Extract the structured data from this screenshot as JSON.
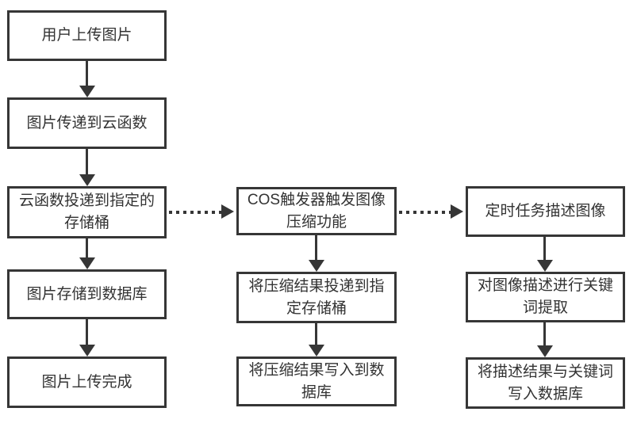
{
  "flow": {
    "colors": {
      "stroke": "#363636",
      "text": "#333333",
      "box_fill": "#ffffff",
      "background": "#ffffff"
    },
    "columns": [
      {
        "nodes": [
          {
            "label": "用户上传图片"
          },
          {
            "label": "图片传递到云函数"
          },
          {
            "label": "云函数投递到指定的\n存储桶"
          },
          {
            "label": "图片存储到数据库"
          },
          {
            "label": "图片上传完成"
          }
        ]
      },
      {
        "nodes": [
          {
            "label": "COS触发器触发图像\n压缩功能"
          },
          {
            "label": "将压缩结果投递到指\n定存储桶"
          },
          {
            "label": "将压缩结果写入到数\n据库"
          }
        ]
      },
      {
        "nodes": [
          {
            "label": "定时任务描述图像"
          },
          {
            "label": "对图像描述进行关键\n词提取"
          },
          {
            "label": "将描述结果与关键词\n写入数据库"
          }
        ]
      }
    ]
  }
}
